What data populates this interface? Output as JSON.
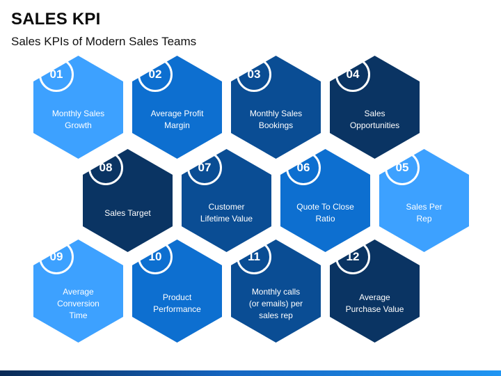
{
  "title": "SALES KPI",
  "subtitle": "Sales KPIs of Modern Sales Teams",
  "kpis": [
    {
      "num": "01",
      "label": "Monthly Sales\nGrowth"
    },
    {
      "num": "02",
      "label": "Average Profit\nMargin"
    },
    {
      "num": "03",
      "label": "Monthly Sales\nBookings"
    },
    {
      "num": "04",
      "label": "Sales\nOpportunities"
    },
    {
      "num": "05",
      "label": "Sales Per\nRep"
    },
    {
      "num": "06",
      "label": "Quote To Close\nRatio"
    },
    {
      "num": "07",
      "label": "Customer\nLifetime Value"
    },
    {
      "num": "08",
      "label": "Sales Target"
    },
    {
      "num": "09",
      "label": "Average\nConversion\nTime"
    },
    {
      "num": "10",
      "label": "Product\nPerformance"
    },
    {
      "num": "11",
      "label": "Monthly calls\n(or emails) per\nsales rep"
    },
    {
      "num": "12",
      "label": "Average\nPurchase Value"
    }
  ],
  "colors": {
    "light_blue": "#3da1ff",
    "medium_blue": "#0d6fd0",
    "dark_blue": "#0a4d94",
    "navy": "#0a3463"
  }
}
